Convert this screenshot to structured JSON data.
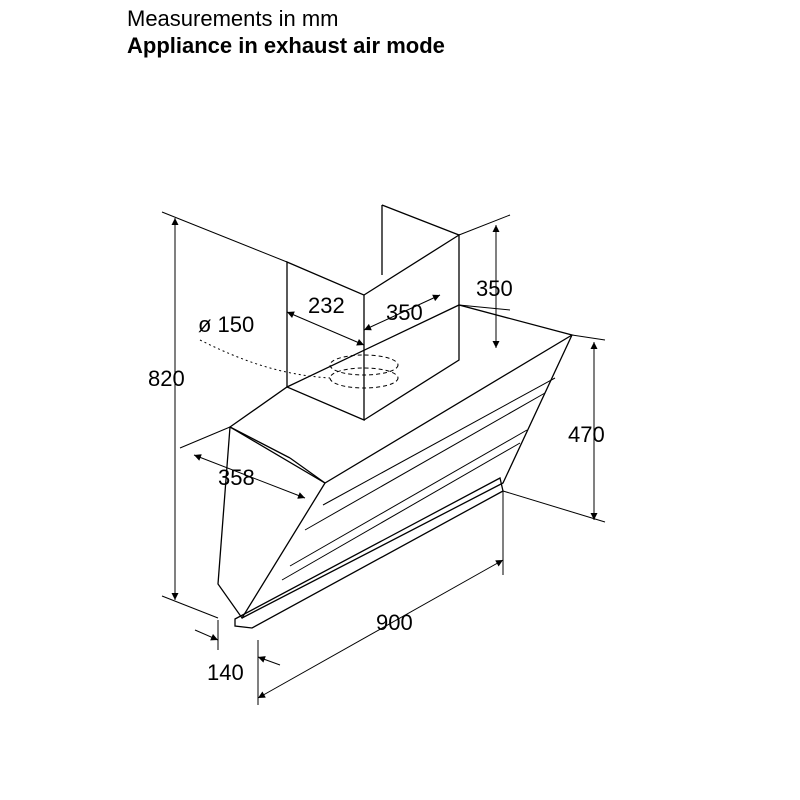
{
  "header": {
    "line1": "Measurements in mm",
    "line2": "Appliance in exhaust air mode"
  },
  "dimensions": {
    "duct_width": "232",
    "duct_depth": "350",
    "duct_height": "350",
    "duct_diameter": "ø 150",
    "total_height": "820",
    "hood_height": "470",
    "hood_depth": "358",
    "width": "900",
    "front_depth": "140"
  }
}
